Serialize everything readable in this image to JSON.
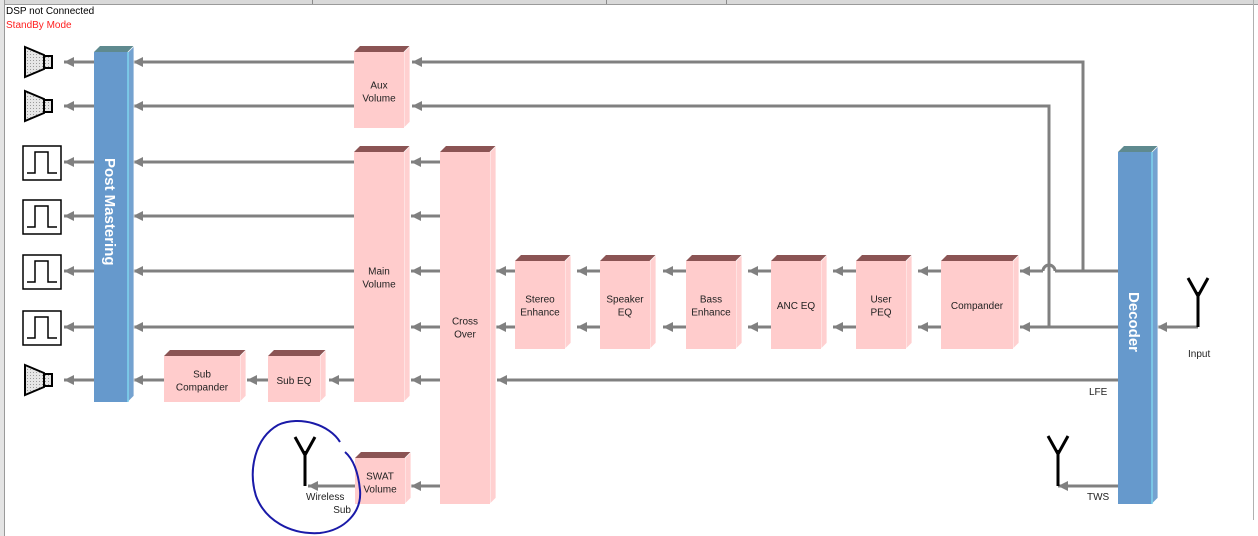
{
  "status": {
    "connection": "DSP not Connected",
    "mode": "StandBy Mode",
    "mode_color": "#ff2020"
  },
  "colors": {
    "block_fill": "#ffcccc",
    "block_top": "#8b5454",
    "bar_fill": "#6699cc",
    "bar_top": "#5f8a8f",
    "arrow": "#808080",
    "annotation": "#1a1aa8"
  },
  "bars": {
    "post_mastering": "Post Mastering",
    "decoder": "Decoder"
  },
  "blocks": {
    "aux_volume": [
      "Aux",
      "Volume"
    ],
    "main_volume": [
      "Main",
      "Volume"
    ],
    "cross_over": [
      "Cross",
      "Over"
    ],
    "stereo_enhance": [
      "Stereo",
      "Enhance"
    ],
    "speaker_eq": [
      "Speaker",
      "EQ"
    ],
    "bass_enhance": [
      "Bass",
      "Enhance"
    ],
    "anc_eq": [
      "ANC  EQ"
    ],
    "user_peq": [
      "User",
      "PEQ"
    ],
    "compander": [
      "Compander"
    ],
    "sub_compander": [
      "Sub",
      "Compander"
    ],
    "sub_eq": [
      "Sub EQ"
    ],
    "swat_volume": [
      "SWAT",
      "Volume"
    ]
  },
  "signals": {
    "input": "Input",
    "lfe": "LFE",
    "tws": "TWS",
    "wireless_sub": [
      "Wireless",
      "Sub"
    ]
  },
  "outputs": [
    {
      "type": "speaker"
    },
    {
      "type": "speaker"
    },
    {
      "type": "pulse"
    },
    {
      "type": "pulse"
    },
    {
      "type": "pulse"
    },
    {
      "type": "pulse"
    },
    {
      "type": "speaker"
    }
  ]
}
